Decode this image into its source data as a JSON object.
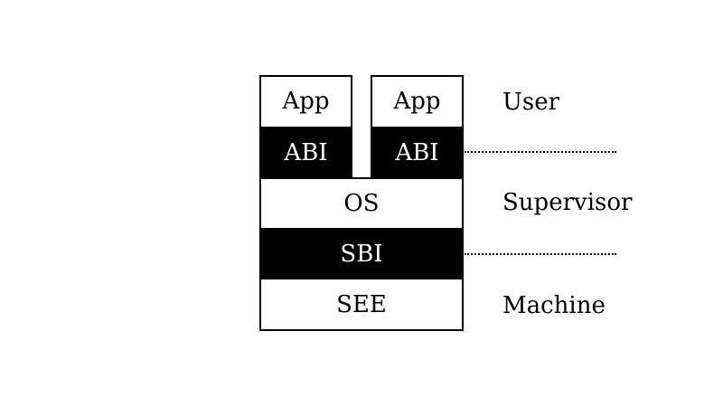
{
  "stack": {
    "left_app": "App",
    "right_app": "App",
    "left_abi": "ABI",
    "right_abi": "ABI",
    "os": "OS",
    "sbi": "SBI",
    "see": "SEE"
  },
  "levels": {
    "user": "User",
    "supervisor": "Supervisor",
    "machine": "Machine"
  },
  "colors": {
    "interface_fill": "#000000",
    "layer_fill": "#ffffff",
    "stroke": "#000000"
  }
}
